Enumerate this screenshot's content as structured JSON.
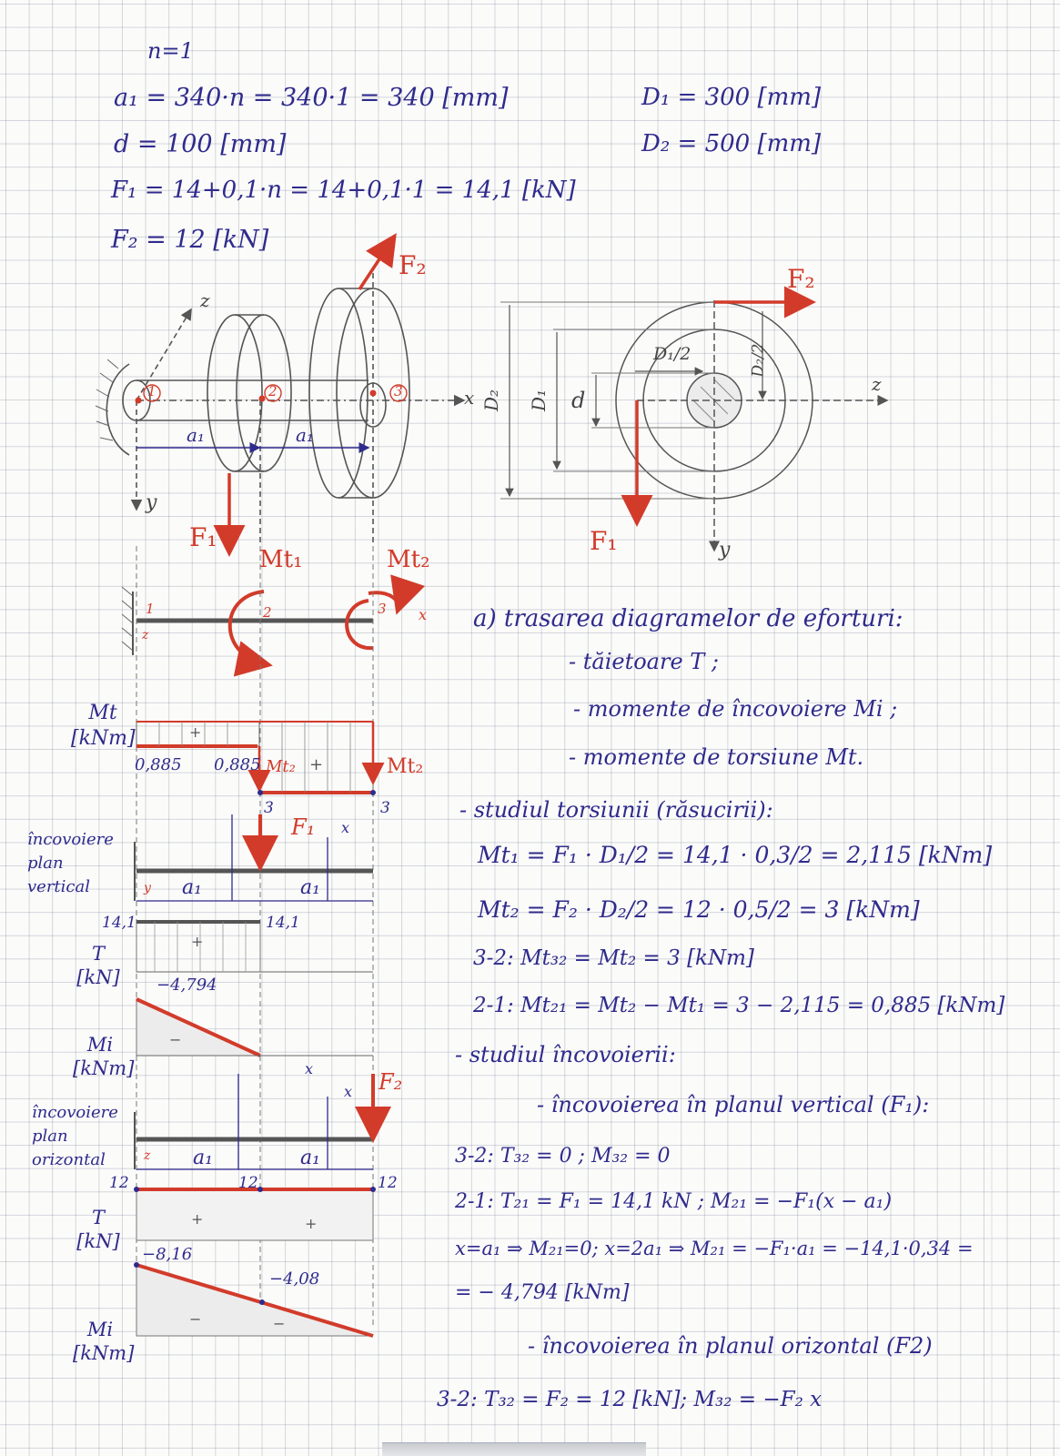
{
  "givens": {
    "n": "n=1",
    "a1": "a₁ = 340·n = 340·1 = 340 [mm]",
    "d": "d = 100 [mm]",
    "F1": "F₁ = 14+0,1·n = 14+0,1·1 = 14,1 [kN]",
    "F2": "F₂ = 12 [kN]",
    "D1": "D₁ = 300 [mm]",
    "D2": "D₂ = 500 [mm]"
  },
  "figure_labels": {
    "F1": "F₁",
    "F2": "F₂",
    "z": "z",
    "y": "y",
    "x": "x",
    "p1": "1",
    "p2": "2",
    "p3": "3",
    "a1": "a₁",
    "D2": "D₂",
    "D1": "D₁",
    "d": "d",
    "D1_2": "D₁/2",
    "D2_2": "D₂/2",
    "Mt1": "Mt₁",
    "Mt2": "Mt₂"
  },
  "diagrams": {
    "Mt_axis": "Mt [kNm]",
    "Mt_val_left": "0,885",
    "Mt_val_mid": "0,885",
    "Mt_label_mid": "Mt₂",
    "Mt_label_right": "Mt₂",
    "plus": "+",
    "minus": "−",
    "sec3": "3",
    "x": "x",
    "vertical_plane": "încovoiere plan vertical",
    "horizontal_plane": "încovoiere plan orizontal",
    "T_axis": "T [kN]",
    "Mi_axis": "Mi [kNm]",
    "T_v_left": "14,1",
    "T_v_right": "14,1",
    "Mi_v": "−4,794",
    "T_h_left": "12",
    "T_h_mid": "12",
    "T_h_right": "12",
    "Mi_h_left": "−8,16",
    "Mi_h_mid": "−4,08",
    "a1": "a₁",
    "F1": "F₁",
    "F2": "F₂",
    "y": "y",
    "z": "z"
  },
  "solution": {
    "a_title": "a) trasarea diagramelor de eforturi:",
    "item1": "- tăietoare T ;",
    "item2": "- momente de încovoiere Mi ;",
    "item3": "- momente de torsiune Mt.",
    "torsion": "- studiul torsiunii (răsucirii):",
    "mt1": "Mt₁ = F₁ · D₁/2 = 14,1 · 0,3/2 = 2,115 [kNm]",
    "mt2": "Mt₂ = F₂ · D₂/2 = 12 · 0,5/2 = 3 [kNm]",
    "mt32": "3-2: Mt₃₂ = Mt₂ = 3 [kNm]",
    "mt21": "2-1: Mt₂₁ = Mt₂ − Mt₁ = 3 − 2,115 = 0,885 [kNm]",
    "bending": "- studiul încovoierii:",
    "vplane": "- încovoierea în planul vertical (F₁):",
    "v32": "3-2: T₃₂ = 0 ; M₃₂ = 0",
    "v21": "2-1: T₂₁ = F₁ = 14,1 kN ; M₂₁ = −F₁(x − a₁)",
    "v21b": "x=a₁ ⇒ M₂₁=0; x=2a₁ ⇒ M₂₁ = −F₁·a₁ = −14,1·0,34 =",
    "v21c": "= − 4,794 [kNm]",
    "hplane": "- încovoierea în planul orizontal (F2)",
    "h32": "3-2: T₃₂ = F₂ = 12 [kN]; M₃₂ = −F₂ x"
  }
}
